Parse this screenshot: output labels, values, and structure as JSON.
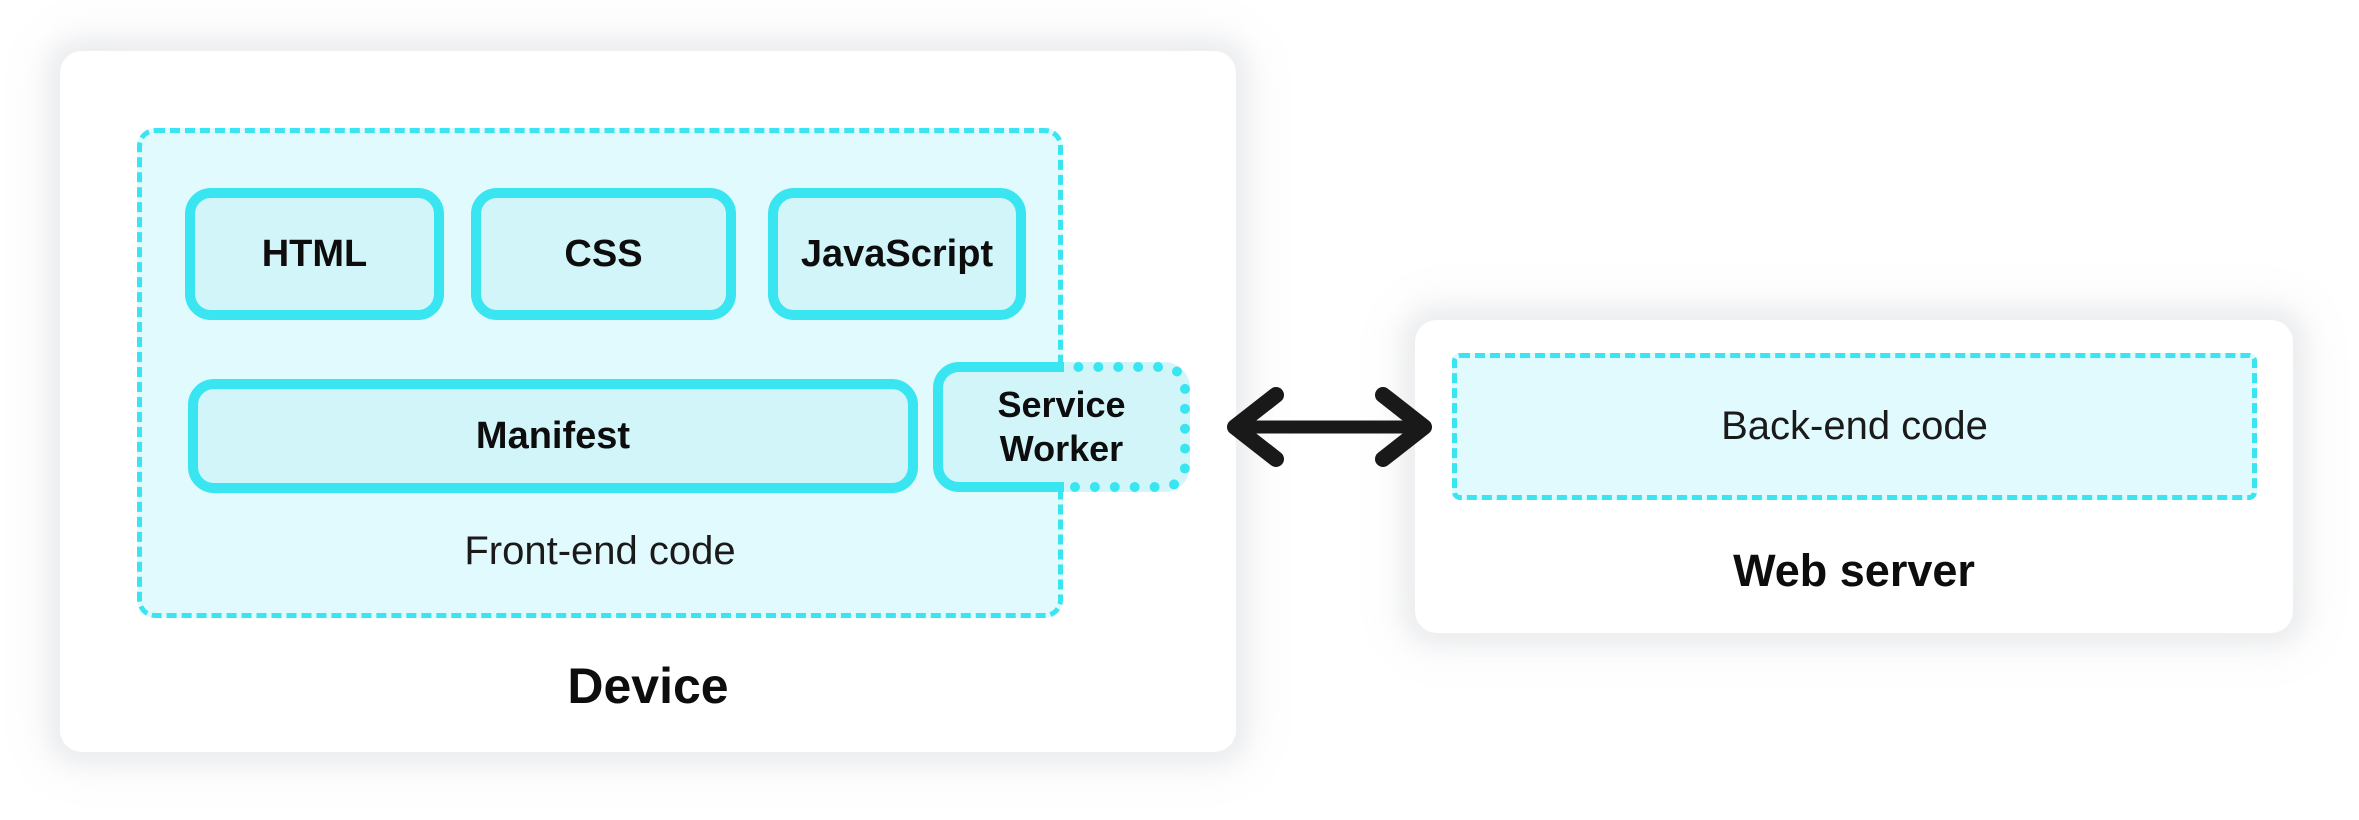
{
  "colors": {
    "accent_cyan": "#38e5f0",
    "container_fill": "#e1fafd",
    "chip_fill": "#d2f5f9",
    "card_bg": "#ffffff",
    "page_bg": "#ffffff",
    "text": "#0d0d0d",
    "arrow_black": "#191919"
  },
  "device": {
    "label": "Device",
    "front_end": {
      "label": "Front-end code",
      "components": [
        "HTML",
        "CSS",
        "JavaScript"
      ],
      "manifest_label": "Manifest",
      "service_worker_label": "Service Worker"
    }
  },
  "connector": {
    "type": "bidirectional-arrow"
  },
  "web_server": {
    "label": "Web server",
    "back_end_label": "Back-end code"
  }
}
